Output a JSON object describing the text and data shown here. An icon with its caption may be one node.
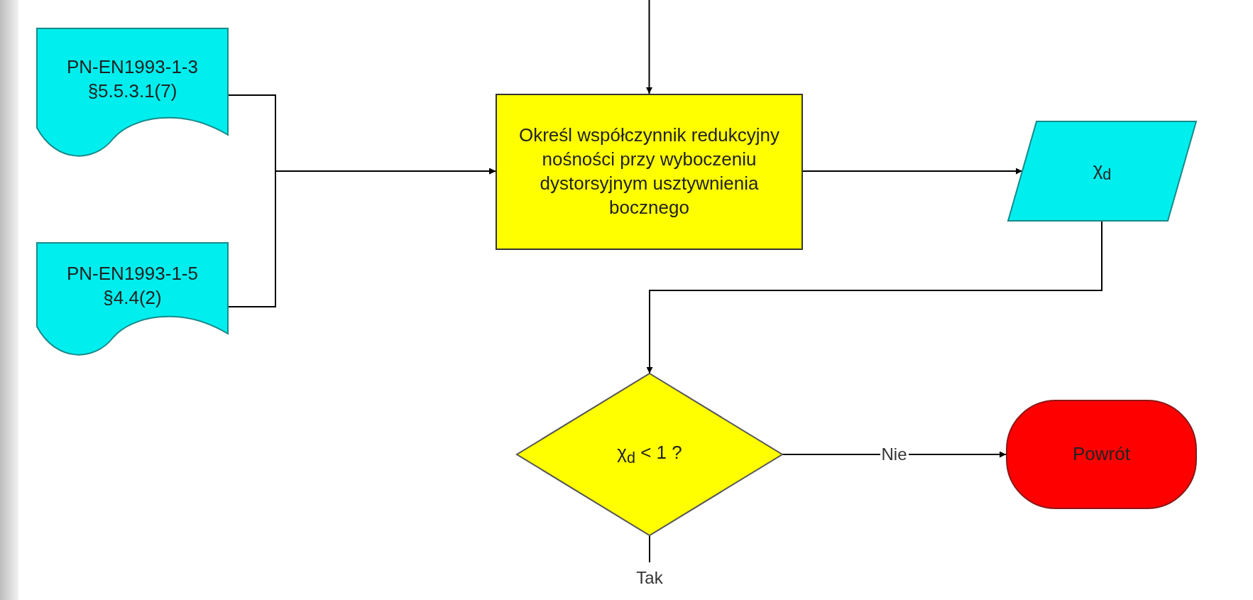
{
  "diagram": {
    "nodes": [
      {
        "text": [
          "PN-EN1993-1-3 §5.5.3.1(7)"
        ]
      },
      {
        "text": [
          "PN-EN1993-1-5 §4.4(2)"
        ]
      },
      {
        "text": [
          "Określ współczynnik redukcyjny nośności przy wyboczeniu dystorsyjnym usztywnienia bocznego"
        ]
      },
      {
        "text": [
          "χ$_{d}$"
        ]
      },
      {
        "text": [
          "χ$_{d}$ < 1 ?"
        ]
      },
      {
        "text": [
          "Powrót"
        ]
      }
    ],
    "edges": [
      {
        "from": null,
        "to": 2,
        "arrow": "to"
      },
      {
        "from": 0,
        "to": 2,
        "arrow": "to"
      },
      {
        "from": 1,
        "to": 2,
        "arrow": "to"
      },
      {
        "from": 2,
        "to": 3,
        "arrow": "to"
      },
      {
        "from": 3,
        "to": 4,
        "arrow": "to"
      },
      {
        "from": 4,
        "to": 5,
        "arrow": "to",
        "label": "Nie"
      },
      {
        "from": 4,
        "to": null,
        "arrow": "none",
        "label": "Tak"
      }
    ]
  }
}
